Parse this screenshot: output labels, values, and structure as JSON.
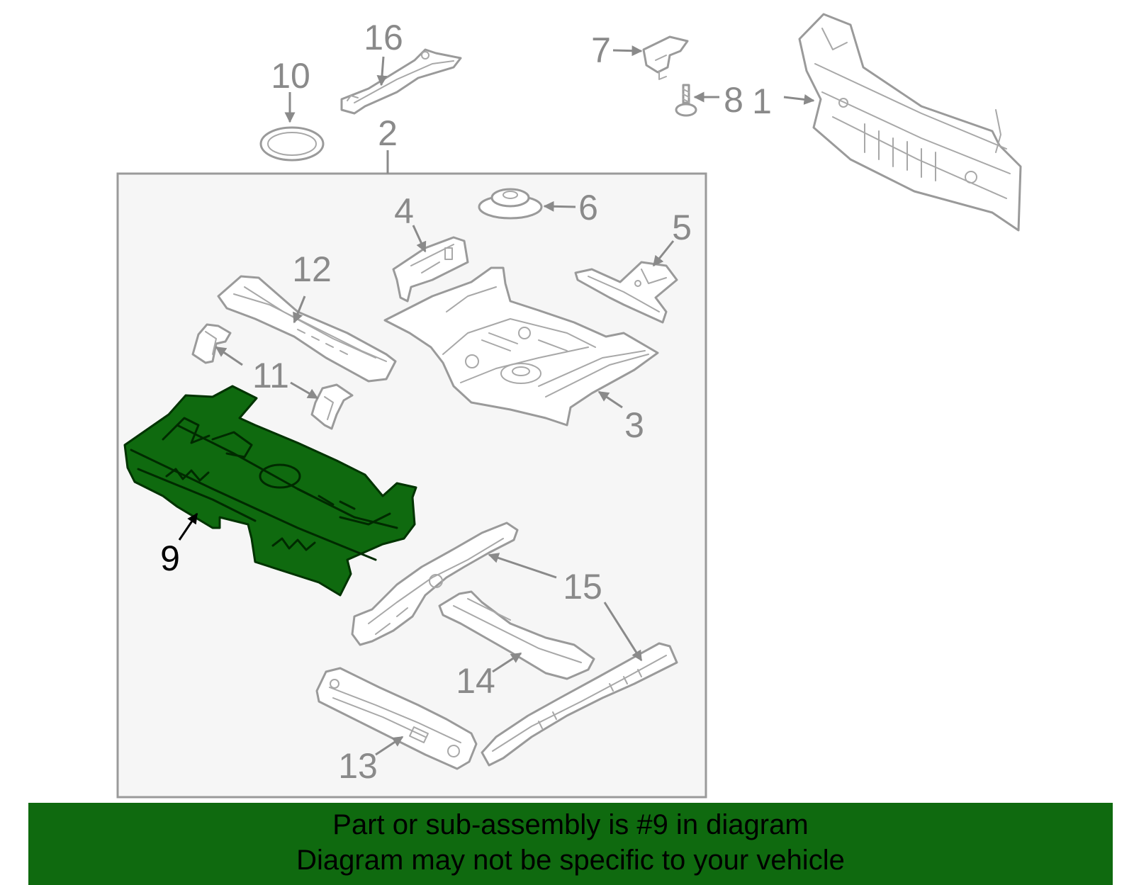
{
  "callouts": {
    "c1": "1",
    "c2": "2",
    "c3": "3",
    "c4": "4",
    "c5": "5",
    "c6": "6",
    "c7": "7",
    "c8": "8",
    "c9": "9",
    "c10": "10",
    "c11": "11",
    "c12": "12",
    "c13": "13",
    "c14": "14",
    "c15": "15",
    "c16": "16"
  },
  "highlighted_part": "9",
  "colors": {
    "highlight": "#0f6a0f",
    "outline": "#9a9a9a",
    "assembly_box_fill": "#f6f6f6"
  },
  "banner": {
    "line1": "Part or sub-assembly is #9 in diagram",
    "line2": "Diagram may not be specific to your vehicle"
  }
}
